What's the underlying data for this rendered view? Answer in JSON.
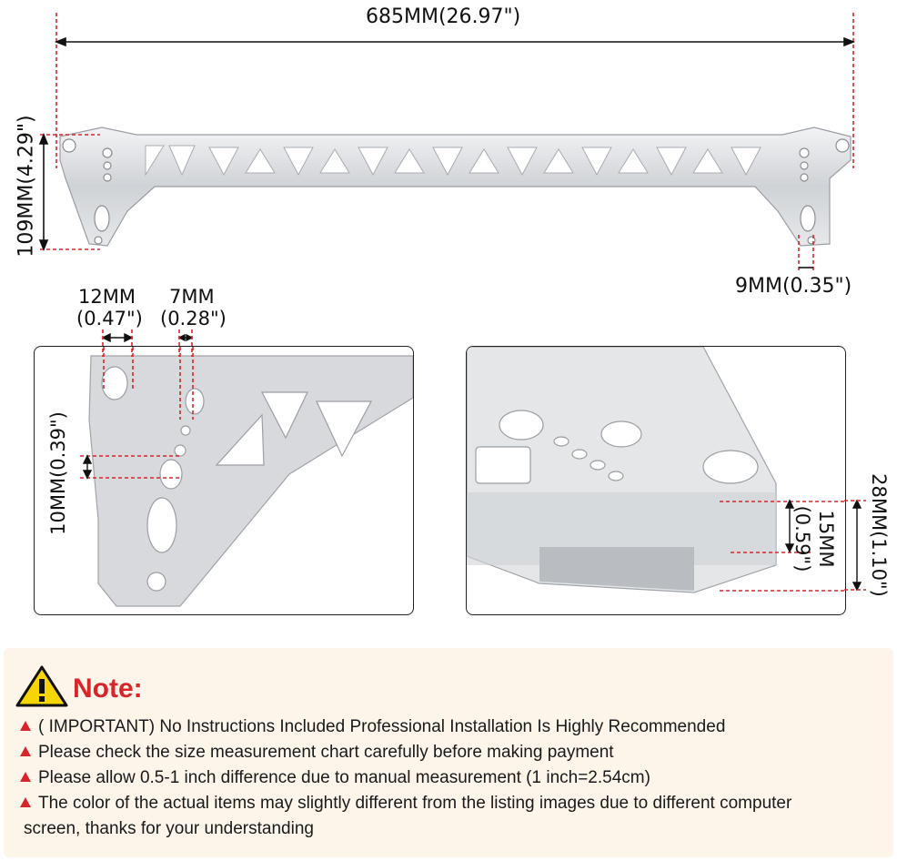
{
  "dimensions": {
    "length": "685MM(26.97\")",
    "height": "109MM(4.29\")",
    "slot_width": "9MM(0.35\")",
    "hole_12_mm": "12MM",
    "hole_12_in": "(0.47\")",
    "hole_7_mm": "7MM",
    "hole_7_in": "(0.28\")",
    "gap_10": "10MM(0.39\")",
    "thickness_28": "28MM(1.10\")",
    "thickness_15_mm": "15MM",
    "thickness_15_in": "(0.59\")"
  },
  "colors": {
    "dimension_line": "#d8252a",
    "note_title": "#d8252a",
    "note_bg": "#fdf4ea",
    "metal": "#d7d9dc"
  },
  "note": {
    "icon": "warning-triangle-icon",
    "title": "Note:",
    "items": [
      "( IMPORTANT) No Instructions Included Professional Installation Is Highly Recommended",
      "Please check the size measurement chart carefully before making payment",
      "Please allow 0.5-1 inch difference due to manual measurement (1 inch=2.54cm)",
      "The color of the actual items may slightly different from the listing images due to different computer",
      "screen, thanks for your understanding"
    ]
  }
}
